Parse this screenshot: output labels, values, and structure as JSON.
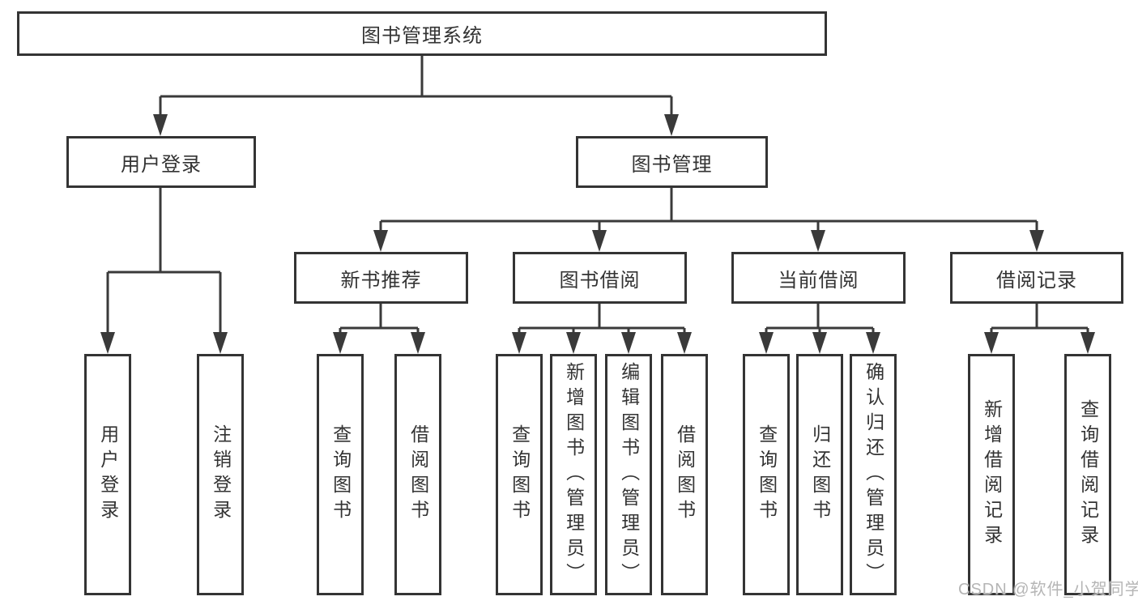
{
  "colors": {
    "line": "#3a3a3a",
    "border": "#343434",
    "text": "#333333",
    "bg": "#ffffff",
    "watermark": "#b5b5b5"
  },
  "root": {
    "label": "图书管理系统"
  },
  "branches": [
    {
      "label": "用户登录",
      "children": [
        {
          "label": "用户登录"
        },
        {
          "label": "注销登录"
        }
      ]
    },
    {
      "label": "图书管理",
      "children": [
        {
          "label": "新书推荐",
          "children": [
            {
              "label": "查询图书"
            },
            {
              "label": "借阅图书"
            }
          ]
        },
        {
          "label": "图书借阅",
          "children": [
            {
              "label": "查询图书"
            },
            {
              "label": "新增图书（管理员）"
            },
            {
              "label": "编辑图书（管理员）"
            },
            {
              "label": "借阅图书"
            }
          ]
        },
        {
          "label": "当前借阅",
          "children": [
            {
              "label": "查询图书"
            },
            {
              "label": "归还图书"
            },
            {
              "label": "确认归还（管理员）"
            }
          ]
        },
        {
          "label": "借阅记录",
          "children": [
            {
              "label": "新增借阅记录"
            },
            {
              "label": "查询借阅记录"
            }
          ]
        }
      ]
    }
  ],
  "watermark": {
    "text": "CSDN @软件_小贺同学"
  }
}
